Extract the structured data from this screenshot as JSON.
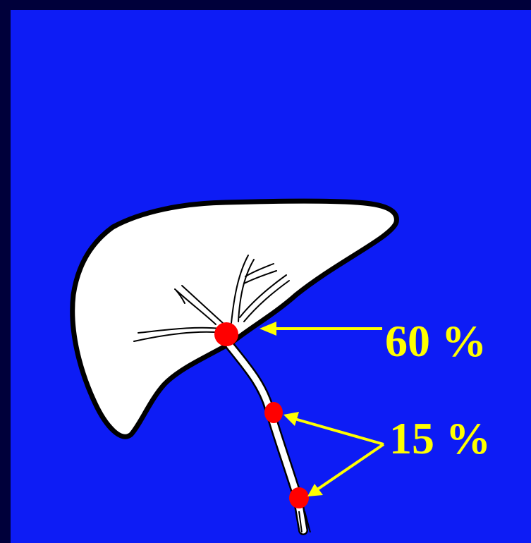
{
  "colors": {
    "background": "#0d1cf5",
    "frame": "#00003a",
    "organ_fill": "#ffffff",
    "organ_outline": "#000000",
    "marker": "#ff0000",
    "annotation": "#ffff00"
  },
  "labels": {
    "hilum_percent": "60 %",
    "duct_percent": "15 %"
  },
  "icons": {
    "organ": "liver-drawing",
    "duct": "bile-duct-drawing",
    "marker": "red-lesion-dot"
  }
}
